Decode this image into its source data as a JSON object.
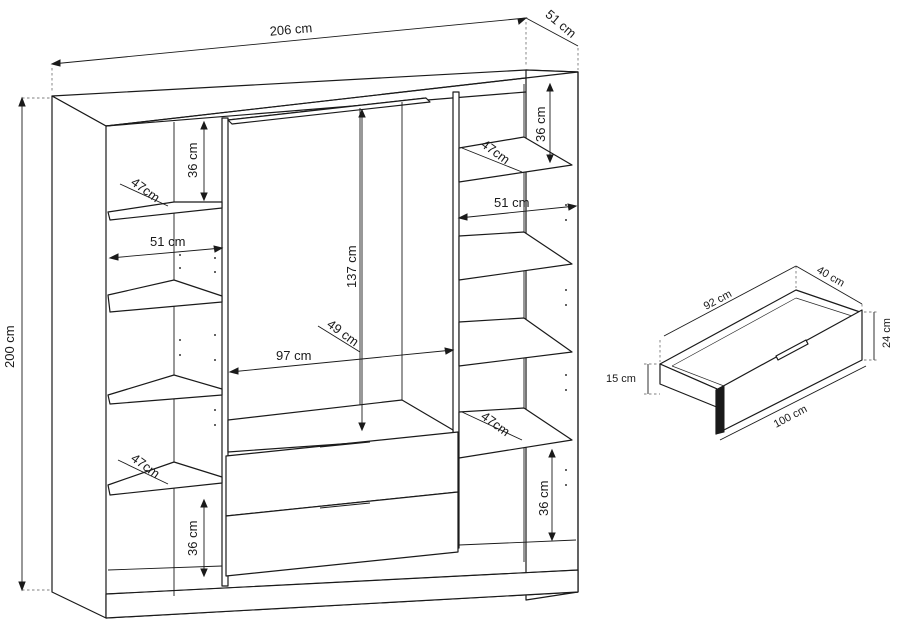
{
  "wardrobe": {
    "width_label": "206 cm",
    "depth_label": "51 cm",
    "height_label": "200 cm",
    "left_col": {
      "shelf_depth_top": "47cm",
      "shelf_width": "51 cm",
      "shelf_depth_bottom": "47cm",
      "top_gap": "36 cm",
      "bottom_gap": "36 cm"
    },
    "center_col": {
      "hanging_height": "137 cm",
      "inner_depth": "49 cm",
      "inner_width": "97 cm"
    },
    "right_col": {
      "shelf_depth_top": "47cm",
      "shelf_width": "51 cm",
      "shelf_depth_bottom": "47cm",
      "top_gap": "36 cm",
      "bottom_gap": "36 cm"
    }
  },
  "drawer": {
    "inner_width_label": "92 cm",
    "inner_depth_label": "40 cm",
    "front_height_label": "24 cm",
    "side_height_label": "15 cm",
    "outer_width_label": "100 cm"
  }
}
